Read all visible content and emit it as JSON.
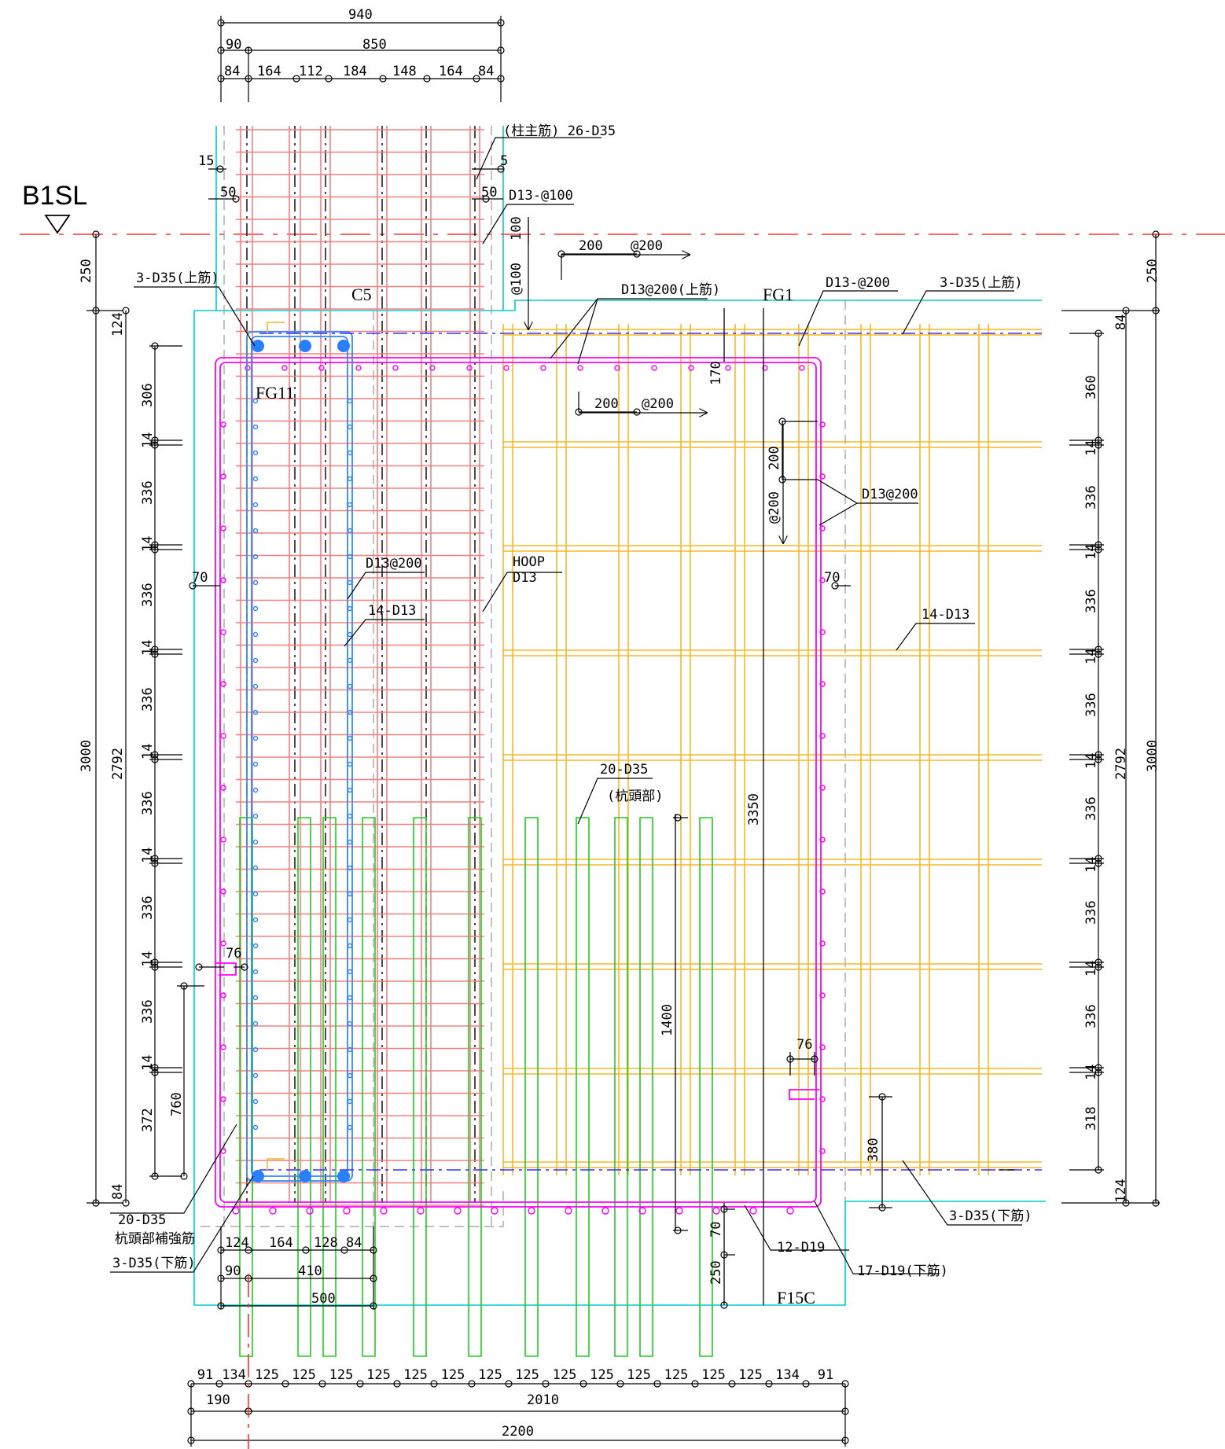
{
  "level": {
    "name": "B1SL",
    "symbol": "▽"
  },
  "members": {
    "column": "C5",
    "beam_left": "FG11",
    "beam_main": "FG1",
    "footing": "F15C"
  },
  "labels": {
    "col_main": "(柱主筋) 26-D35",
    "col_hoop": "D13-@100",
    "left_top": "3-D35(上筋)",
    "d13_200_top": "D13@200(上筋)",
    "d13_m200": "D13-@200",
    "right_top": "3-D35(上筋)",
    "d13_200_a": "D13@200",
    "d13_200_b": "D13@200",
    "hoop": "HOOP",
    "hoop_d": "D13",
    "n14_a": "14-D13",
    "n14_b": "14-D13",
    "pile": "20-D35",
    "pile_sub": "(杭頭部)",
    "pile_rein": "20-D35",
    "pile_rein_sub": "杭頭部補強筋",
    "left_bot": "3-D35(下筋)",
    "right_bot": "3-D35(下筋)",
    "d19_12": "12-D19",
    "d19_17": "17-D19(下筋)"
  },
  "dims": {
    "d940": "940",
    "d90": "90",
    "d850": "850",
    "t84a": "84",
    "t164a": "164",
    "t112": "112",
    "t184": "184",
    "t148": "148",
    "t164b": "164",
    "t84b": "84",
    "d15": "15",
    "d5": "5",
    "d50a": "50",
    "d50b": "50",
    "d100": "100",
    "at100": "@100",
    "d200a": "200",
    "at200a": "@200",
    "d200b": "200",
    "at200b": "@200",
    "d200c": "200",
    "at200c": "@200",
    "d170": "170",
    "d70l": "70",
    "d70r": "70",
    "d76a": "76",
    "d76b": "76",
    "d3350": "3350",
    "d1400": "1400",
    "d380": "380",
    "b124": "124",
    "b164": "164",
    "b128": "128",
    "b84": "84",
    "b90": "90",
    "b410": "410",
    "b500": "500",
    "c70": "70",
    "c250": "250",
    "l250": "250",
    "l124": "124",
    "l306": "306",
    "l14": "14",
    "l336": "336",
    "l372": "372",
    "l84": "84",
    "l760": "760",
    "l2792": "2792",
    "l3000": "3000",
    "r250": "250",
    "r84": "84",
    "r360": "360",
    "r14": "14",
    "r336": "336",
    "r318": "318",
    "r124": "124",
    "r2792": "2792",
    "r3000": "3000",
    "bot_row": [
      "91",
      "134",
      "125",
      "125",
      "125",
      "125",
      "125",
      "125",
      "125",
      "125",
      "125",
      "125",
      "125",
      "125",
      "125",
      "125",
      "134",
      "91"
    ],
    "e190": "190",
    "e2010": "2010",
    "e2200": "2200"
  },
  "colors": {
    "column_rebar": "#f08080",
    "beam_rebar": "#f5b828",
    "pile_rebar": "#22cc22",
    "hoop": "#ff00ff",
    "stirrup": "#3388ff",
    "outline": "#00cccc",
    "level": "#ff3333"
  }
}
